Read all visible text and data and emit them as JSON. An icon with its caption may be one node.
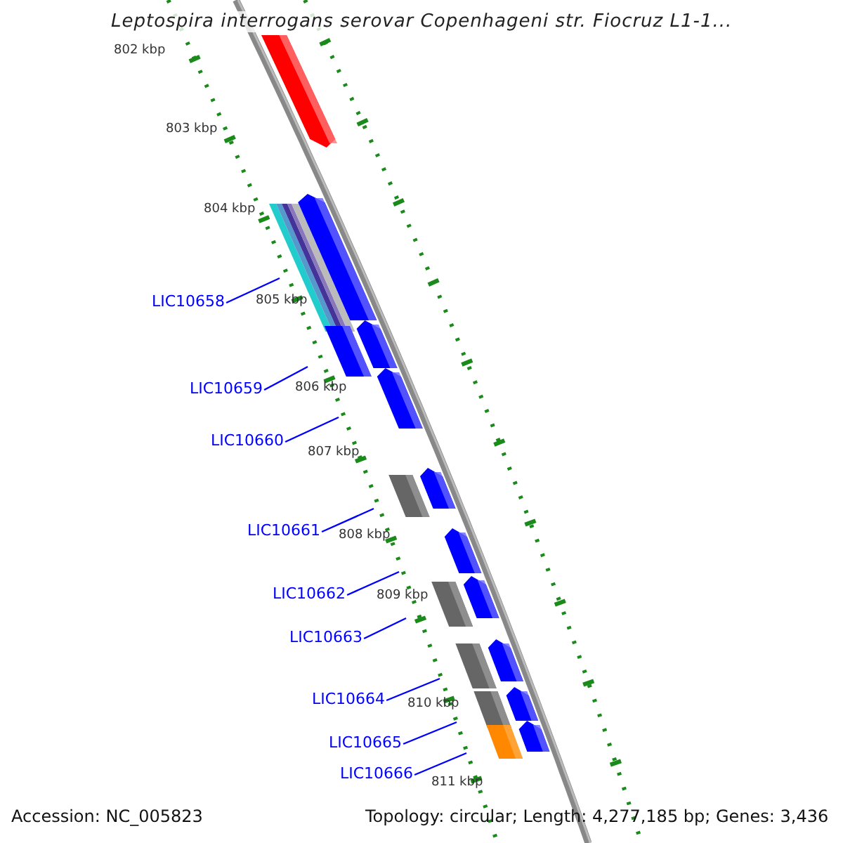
{
  "diagram": {
    "title": "Leptospira interrogans serovar Copenhageni str. Fiocruz L1-1...",
    "nodes": [
      {
        "text": [
          "LIC10658"
        ]
      },
      {
        "text": [
          "LIC10659"
        ]
      },
      {
        "text": [
          "LIC10660"
        ]
      },
      {
        "text": [
          "LIC10661"
        ]
      },
      {
        "text": [
          "LIC10662"
        ]
      },
      {
        "text": [
          "LIC10663"
        ]
      },
      {
        "text": [
          "LIC10664"
        ]
      },
      {
        "text": [
          "LIC10665"
        ]
      },
      {
        "text": [
          "LIC10666"
        ]
      }
    ],
    "edges": [
      {
        "from": 0,
        "to": null,
        "arrow": "none"
      },
      {
        "from": 1,
        "to": null,
        "arrow": "none"
      },
      {
        "from": 2,
        "to": null,
        "arrow": "none"
      },
      {
        "from": 3,
        "to": null,
        "arrow": "none"
      },
      {
        "from": 4,
        "to": null,
        "arrow": "none"
      },
      {
        "from": 5,
        "to": null,
        "arrow": "none"
      },
      {
        "from": 6,
        "to": null,
        "arrow": "none"
      },
      {
        "from": 7,
        "to": null,
        "arrow": "none"
      },
      {
        "from": 8,
        "to": null,
        "arrow": "none"
      }
    ],
    "labels": [
      "802 kbp",
      "803 kbp",
      "804 kbp",
      "805 kbp",
      "806 kbp",
      "807 kbp",
      "808 kbp",
      "809 kbp",
      "810 kbp",
      "811 kbp",
      "Accession: NC_005823",
      "Topology: circular; Length: 4,277,185 bp; Genes: 3,436"
    ]
  }
}
